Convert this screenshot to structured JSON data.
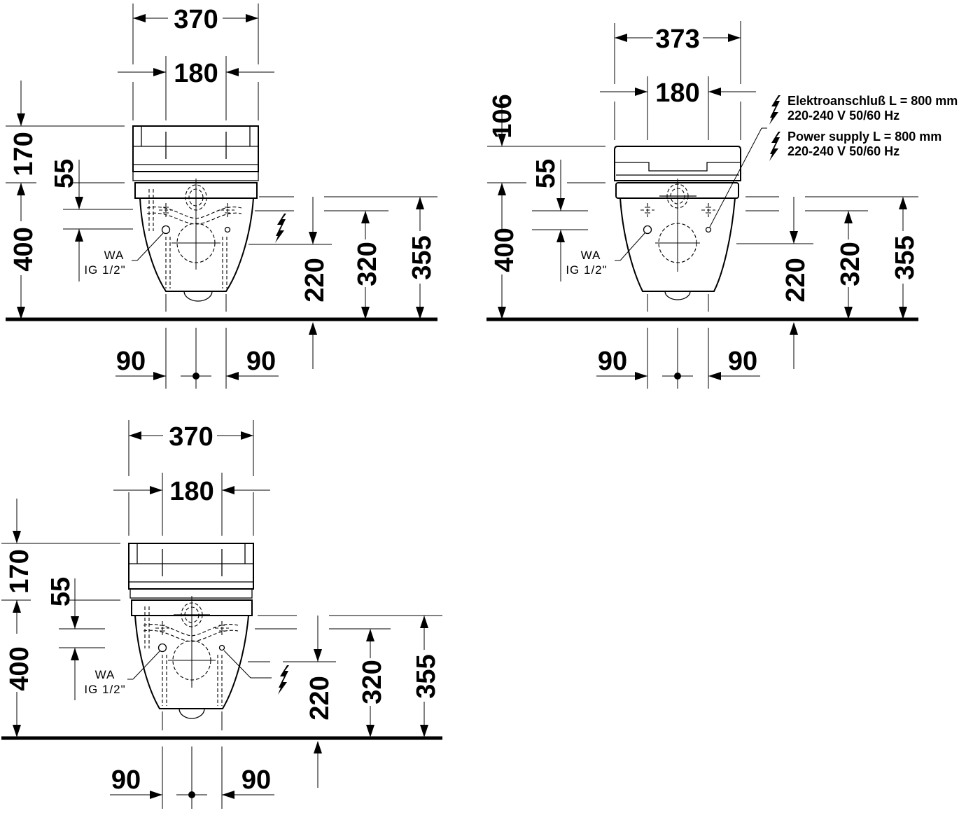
{
  "drawings": [
    {
      "id": "view-1",
      "width_overall": "370",
      "width_inner": "180",
      "seat_height": "170",
      "offset_55": "55",
      "height_400": "400",
      "height_220": "220",
      "height_320": "320",
      "height_355": "355",
      "spacing_left": "90",
      "spacing_right": "90",
      "water_label_1": "WA",
      "water_label_2": "IG 1/2\""
    },
    {
      "id": "view-2",
      "width_overall": "373",
      "width_inner": "180",
      "seat_height": "106",
      "offset_55": "55",
      "height_400": "400",
      "height_220": "220",
      "height_320": "320",
      "height_355": "355",
      "spacing_left": "90",
      "spacing_right": "90",
      "water_label_1": "WA",
      "water_label_2": "IG 1/2\"",
      "power_notes": [
        {
          "line1": "Elektroanschluß L = 800 mm",
          "line2": "220-240 V  50/60 Hz"
        },
        {
          "line1": "Power supply L = 800 mm",
          "line2": "220-240 V  50/60 Hz"
        }
      ]
    },
    {
      "id": "view-3",
      "width_overall": "370",
      "width_inner": "180",
      "seat_height": "170",
      "offset_55": "55",
      "height_400": "400",
      "height_220": "220",
      "height_320": "320",
      "height_355": "355",
      "spacing_left": "90",
      "spacing_right": "90",
      "water_label_1": "WA",
      "water_label_2": "IG 1/2\""
    }
  ],
  "icons": {
    "power": "lightning-bolt"
  }
}
